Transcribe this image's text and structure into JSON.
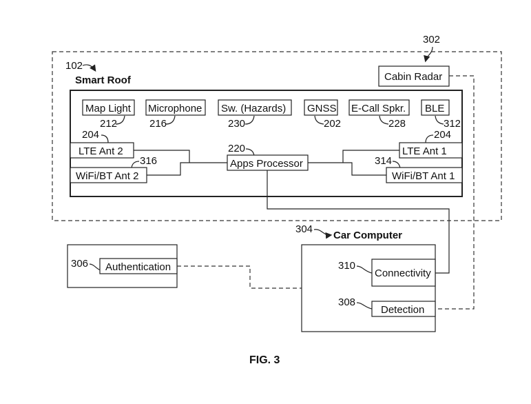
{
  "figure": {
    "caption": "FIG. 3"
  },
  "smart_roof": {
    "title": "Smart Roof",
    "ref": "102",
    "components": [
      {
        "label": "Map Light",
        "ref": "212"
      },
      {
        "label": "Microphone",
        "ref": "216"
      },
      {
        "label": "Sw. (Hazards)",
        "ref": "230"
      },
      {
        "label": "GNSS",
        "ref": "202"
      },
      {
        "label": "E-Call Spkr.",
        "ref": "228"
      },
      {
        "label": "BLE",
        "ref": "312"
      }
    ],
    "lte_ant_2": {
      "label": "LTE Ant 2",
      "ref": "204"
    },
    "wifi_bt_ant_2": {
      "label": "WiFi/BT Ant 2",
      "ref": "316"
    },
    "apps_processor": {
      "label": "Apps Processor",
      "ref": "220"
    },
    "lte_ant_1": {
      "label": "LTE Ant 1",
      "ref": "204"
    },
    "wifi_bt_ant_1": {
      "label": "WiFi/BT Ant 1",
      "ref": "314"
    }
  },
  "cabin_radar": {
    "label": "Cabin Radar",
    "ref": "302"
  },
  "car_computer": {
    "title": "Car Computer",
    "ref": "304",
    "connectivity": {
      "label": "Connectivity",
      "ref": "310"
    },
    "detection": {
      "label": "Detection",
      "ref": "308"
    }
  },
  "authentication": {
    "label": "Authentication",
    "ref": "306"
  }
}
